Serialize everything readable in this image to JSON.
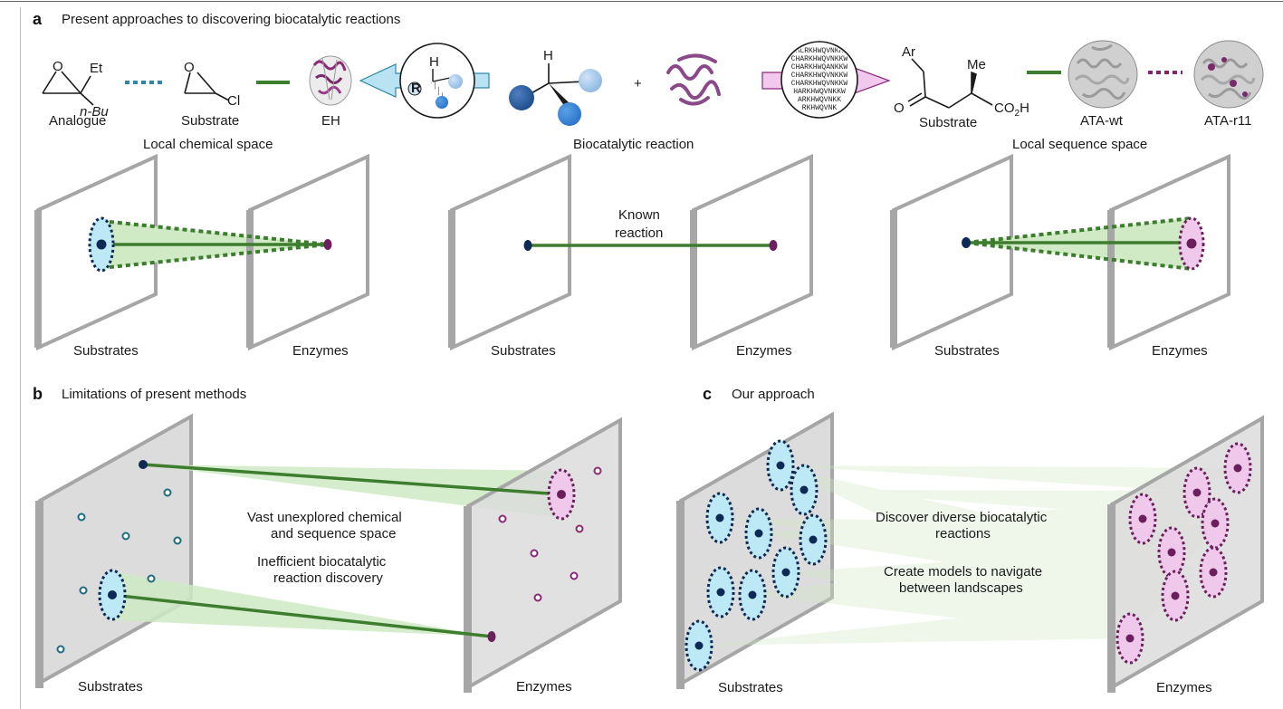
{
  "panel_a": {
    "letter": "a",
    "title": "Present approaches to discovering biocatalytic reactions",
    "analogue": {
      "sub1": "Et",
      "sub2": "n-Bu",
      "caption": "Analogue"
    },
    "substrate_left": {
      "sub": "Cl",
      "caption": "Substrate"
    },
    "eh_label": "EH",
    "local_chemical_space": "Local chemical space",
    "chiral_glyph": {
      "h": "H",
      "r": "R"
    },
    "center": {
      "h": "H",
      "plus": "+",
      "caption": "Biocatalytic reaction"
    },
    "seq_lines": [
      "HLRKHWQVNKK",
      "CHARKHWQVNKKW",
      "CHARKHWQANKKW",
      "CHARKHWQVNKKW",
      "CHARKHWQVNKKW",
      "HARKHWQVNKKW",
      "ARKHWQVNKK",
      "RKHWQVNK"
    ],
    "substrate_right": {
      "ar": "Ar",
      "me": "Me",
      "o": "O",
      "acid": "CO",
      "acid_sub": "2",
      "acid_h": "H",
      "caption": "Substrate"
    },
    "ata_wt": "ATA-wt",
    "ata_r11": "ATA-r11",
    "local_sequence_space": "Local sequence space",
    "scenes": [
      {
        "substrates": "Substrates",
        "enzymes": "Enzymes"
      },
      {
        "substrates": "Substrates",
        "enzymes": "Enzymes",
        "known_1": "Known",
        "known_2": "reaction"
      },
      {
        "substrates": "Substrates",
        "enzymes": "Enzymes"
      }
    ]
  },
  "panel_b": {
    "letter": "b",
    "title": "Limitations of present methods",
    "text1a": "Vast unexplored chemical",
    "text1b": "and sequence space",
    "text2a": "Inefficient biocatalytic",
    "text2b": "reaction discovery",
    "substrates": "Substrates",
    "enzymes": "Enzymes"
  },
  "panel_c": {
    "letter": "c",
    "title": "Our approach",
    "text1a": "Discover diverse biocatalytic",
    "text1b": "reactions",
    "text2a": "Create models to navigate",
    "text2b": "between landscapes",
    "substrates": "Substrates",
    "enzymes": "Enzymes"
  },
  "colors": {
    "reaction_line": "#3d7d2e",
    "cone_fill": "#cfeac4",
    "substrate_fill": "#bde8f5",
    "substrate_dot": "#0d2a55",
    "enzyme_fill": "#f0c8ec",
    "enzyme_dot": "#6b1f5c",
    "plane_stroke": "#a6a6a6",
    "plane_fill_b": "#dcdcdc",
    "arrow_blue": "#b9e3f3",
    "arrow_pink": "#f2c8ec"
  }
}
